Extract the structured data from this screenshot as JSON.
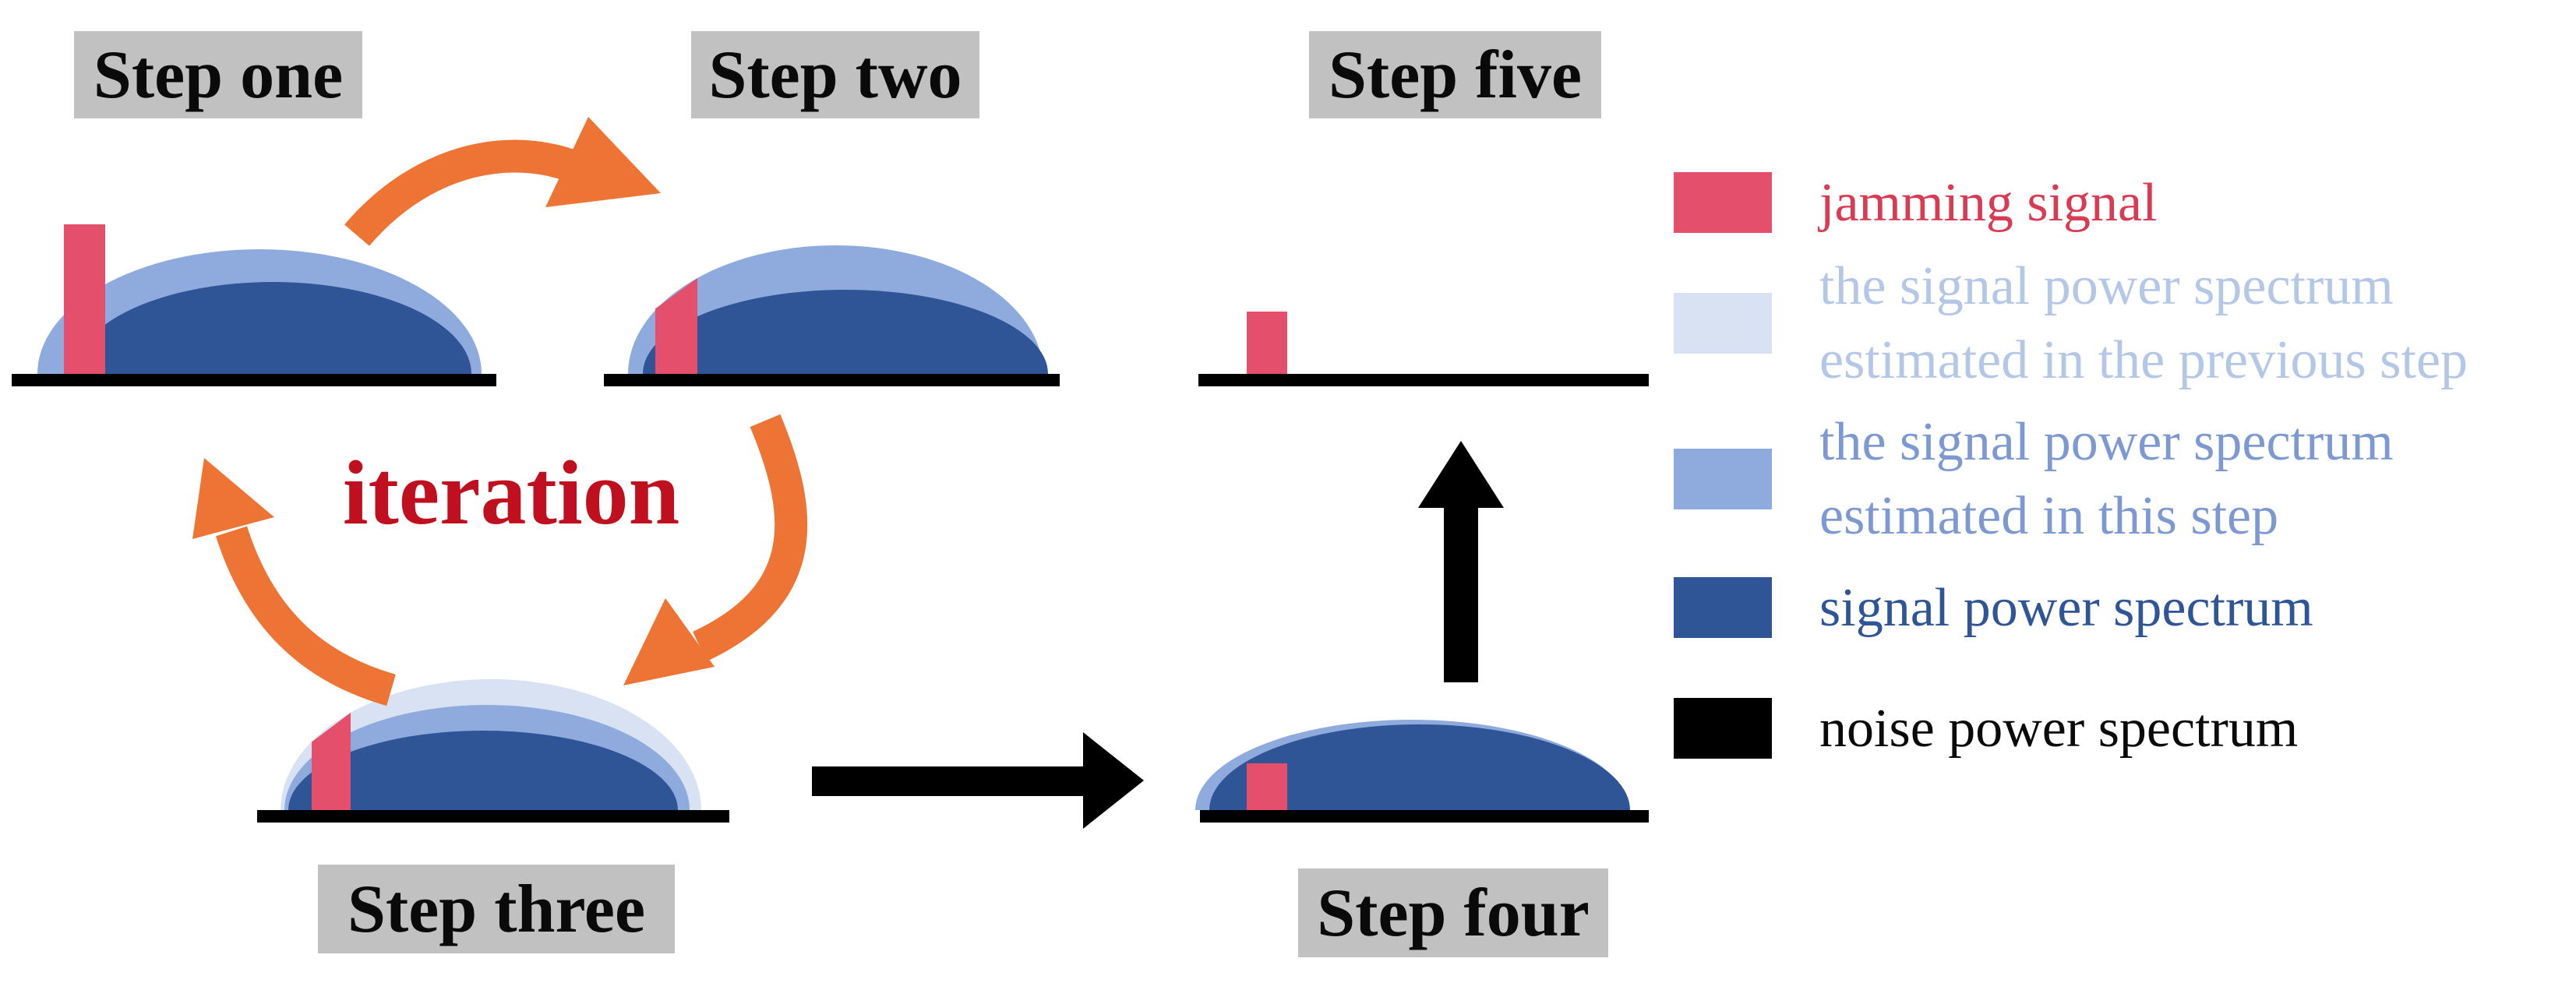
{
  "figure": {
    "steps": {
      "one": {
        "label": "Step one"
      },
      "two": {
        "label": "Step two"
      },
      "three": {
        "label": "Step three"
      },
      "four": {
        "label": "Step four"
      },
      "five": {
        "label": "Step five"
      }
    },
    "iteration_label": "iteration",
    "legend": {
      "items": [
        {
          "id": "jamming-signal",
          "line1": "jamming signal",
          "line2": "",
          "swatch": "#E4506B",
          "text_color": "#D93B52"
        },
        {
          "id": "previous-estimate",
          "line1": "the signal power spectrum",
          "line2": "estimated in the previous step",
          "swatch": "#D9E2F3",
          "text_color": "#B4C7E7"
        },
        {
          "id": "current-estimate",
          "line1": "the signal power spectrum",
          "line2": "estimated in this step",
          "swatch": "#8FAADC",
          "text_color": "#7E99D2"
        },
        {
          "id": "signal-spectrum",
          "line1": "signal power spectrum",
          "line2": "",
          "swatch": "#2F5597",
          "text_color": "#2F5597"
        },
        {
          "id": "noise-spectrum",
          "line1": "noise power spectrum",
          "line2": "",
          "swatch": "#000000",
          "text_color": "#0A0A0A"
        }
      ]
    },
    "colors": {
      "jamming_bar": "#E4506B",
      "previous_estimate_fill": "#D9E2F3",
      "current_estimate_fill": "#8FAADC",
      "signal_spectrum_fill": "#2F5597",
      "noise_line": "#000000",
      "iteration_text": "#C00F1E",
      "cycle_arrow_orange": "#ED7434",
      "step_label_background": "#C1C1C1"
    }
  }
}
